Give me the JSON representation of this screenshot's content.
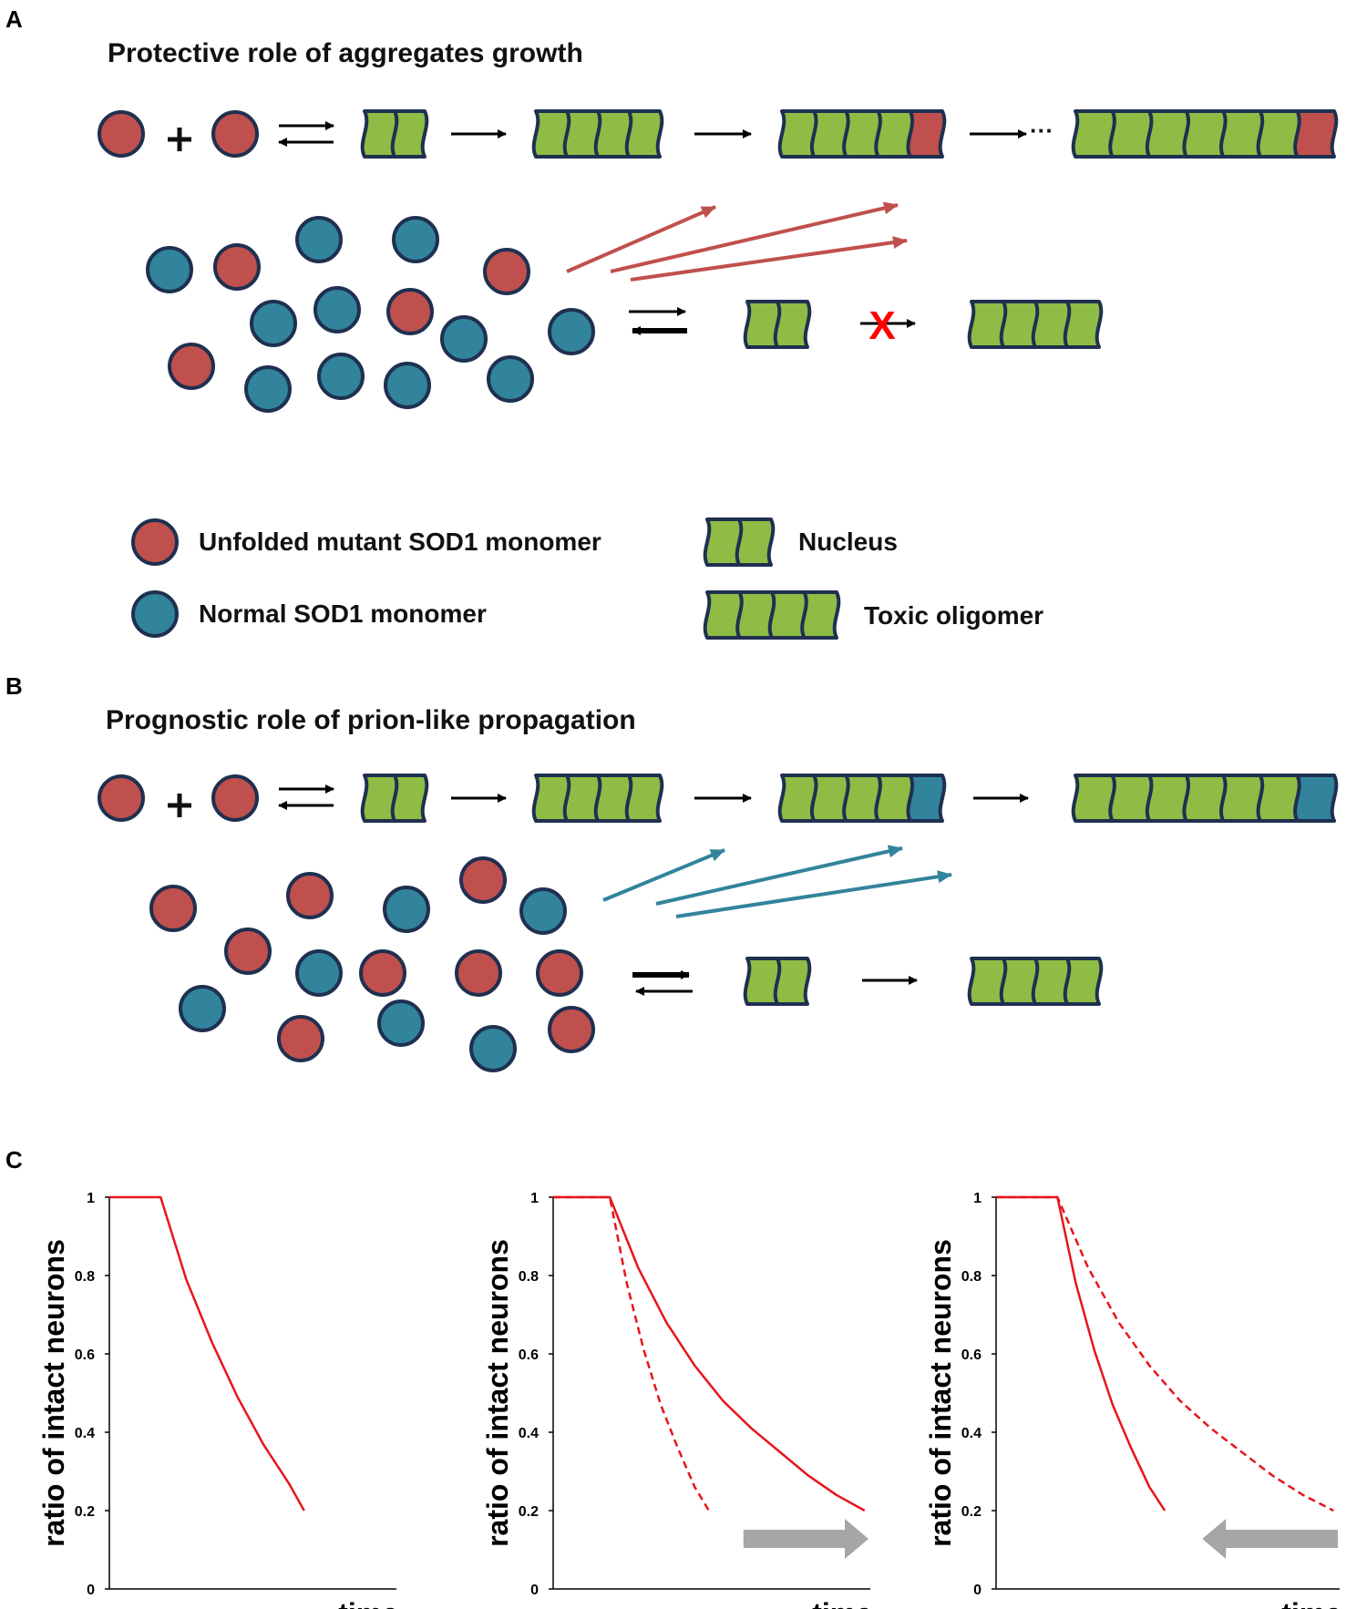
{
  "colors": {
    "mutant": "#c0504d",
    "normal": "#31849b",
    "segment": "#8fbc45",
    "outline": "#1f3050",
    "curve": "#e8141c",
    "gray_arrow": "#a6a6a6",
    "blocked": "#ff0000"
  },
  "panel_a": {
    "letter": "A",
    "title": "Protective role of aggregates growth",
    "ellipsis": "···",
    "blocked_mark": "X"
  },
  "legend": {
    "mutant_label": "Unfolded mutant SOD1 monomer",
    "normal_label": "Normal SOD1 monomer",
    "nucleus_label": "Nucleus",
    "oligomer_label": "Toxic oligomer"
  },
  "panel_b": {
    "letter": "B",
    "title": "Prognostic role of prion-like propagation"
  },
  "panel_c": {
    "letter": "C"
  },
  "chart_data": [
    {
      "type": "line",
      "xlabel": "time",
      "ylabel": "ratio of intact neurons",
      "ylim": [
        0,
        1
      ],
      "yticks": [
        "0",
        "0.2",
        "0.4",
        "0.6",
        "0.8",
        "1"
      ],
      "series": [
        {
          "style": "solid",
          "x": [
            0,
            1,
            1.5,
            2,
            2.5,
            3,
            3.5,
            3.8
          ],
          "y": [
            1,
            1,
            0.79,
            0.63,
            0.49,
            0.37,
            0.27,
            0.2
          ]
        }
      ]
    },
    {
      "type": "line",
      "xlabel": "time",
      "ylabel": "ratio of intact neurons",
      "ylim": [
        0,
        1
      ],
      "yticks": [
        "0",
        "0.2",
        "0.4",
        "0.6",
        "0.8",
        "1"
      ],
      "series": [
        {
          "style": "dashed",
          "x": [
            0,
            1,
            1.3,
            1.6,
            1.9,
            2.2,
            2.5,
            2.75
          ],
          "y": [
            1,
            1,
            0.78,
            0.61,
            0.47,
            0.36,
            0.26,
            0.2
          ]
        },
        {
          "style": "solid",
          "x": [
            0,
            1,
            1.5,
            2,
            2.5,
            3,
            3.5,
            4,
            4.5,
            5,
            5.5
          ],
          "y": [
            1,
            1,
            0.82,
            0.68,
            0.57,
            0.48,
            0.41,
            0.35,
            0.29,
            0.24,
            0.2
          ]
        }
      ],
      "shift_arrow": "right"
    },
    {
      "type": "line",
      "xlabel": "time",
      "ylabel": "ratio of intact neurons",
      "ylim": [
        0,
        1
      ],
      "yticks": [
        "0",
        "0.2",
        "0.4",
        "0.6",
        "0.8",
        "1"
      ],
      "series": [
        {
          "style": "solid",
          "x": [
            0,
            1,
            1.3,
            1.6,
            1.9,
            2.2,
            2.5,
            2.75
          ],
          "y": [
            1,
            1,
            0.78,
            0.61,
            0.47,
            0.36,
            0.26,
            0.2
          ]
        },
        {
          "style": "dashed",
          "x": [
            0,
            1,
            1.5,
            2,
            2.5,
            3,
            3.5,
            4,
            4.5,
            5,
            5.5
          ],
          "y": [
            1,
            1,
            0.82,
            0.68,
            0.57,
            0.48,
            0.41,
            0.35,
            0.29,
            0.24,
            0.2
          ]
        }
      ],
      "shift_arrow": "left"
    }
  ]
}
